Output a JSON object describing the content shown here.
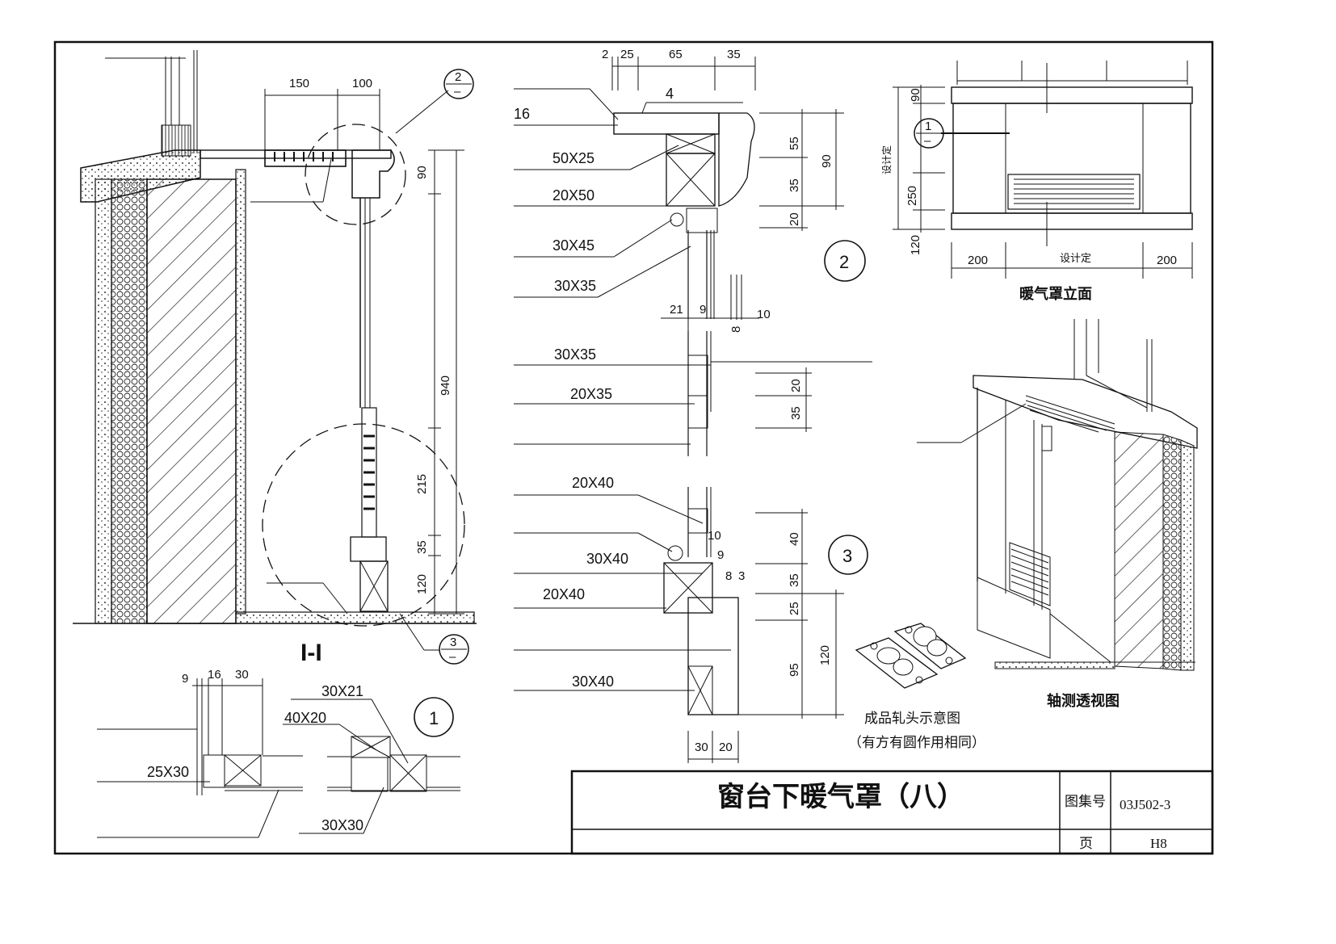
{
  "section_1_1": {
    "title": "I-I",
    "dims_top": [
      "150",
      "100"
    ],
    "dims_right": [
      "90",
      "940",
      "215",
      "35",
      "120"
    ],
    "callout_2": "2",
    "callout_3": "3",
    "callout_sub": "–"
  },
  "detail_2": {
    "number": "2",
    "dims_top": [
      "2",
      "25",
      "65",
      "35"
    ],
    "dims_side": [
      "55",
      "35",
      "90",
      "20"
    ],
    "dims_bottom": [
      "21",
      "9",
      "8",
      "10"
    ],
    "dims_mid": [
      "20",
      "35"
    ],
    "labels": [
      "16",
      "4",
      "50X25",
      "20X50",
      "30X45",
      "30X35",
      "30X35",
      "20X35"
    ]
  },
  "detail_3": {
    "number": "3",
    "labels": [
      "20X40",
      "30X40",
      "20X40",
      "30X40"
    ],
    "dims_side": [
      "40",
      "35",
      "25",
      "95",
      "120"
    ],
    "dims_small": [
      "10",
      "9",
      "8",
      "3"
    ],
    "dims_bottom": [
      "30",
      "20"
    ]
  },
  "detail_1": {
    "number": "1",
    "dims_top": [
      "9",
      "16",
      "30"
    ],
    "labels": [
      "25X30",
      "30X21",
      "40X20",
      "30X30"
    ]
  },
  "elevation": {
    "caption": "暖气罩立面",
    "callout": "1",
    "callout_sub": "–",
    "dims_left": [
      "90",
      "250",
      "120"
    ],
    "vertical_note": "设计定",
    "dims_bottom": [
      "200",
      "设计定",
      "200"
    ]
  },
  "axonometric": {
    "caption": "轴测透视图"
  },
  "hardware": {
    "caption_line1": "成品轧头示意图",
    "caption_line2": "（有方有圆作用相同）"
  },
  "title_block": {
    "title": "窗台下暖气罩（八）",
    "atlas_label": "图集号",
    "atlas_value": "03J502-3",
    "page_label": "页",
    "page_value": "H8"
  }
}
